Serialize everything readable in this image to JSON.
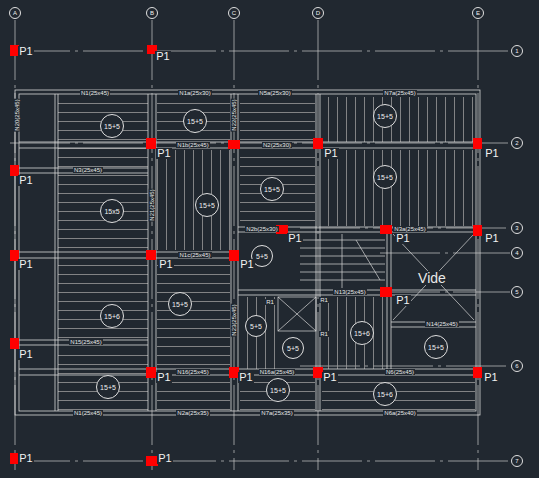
{
  "diagram": {
    "nodes": [
      {
        "text": [
          "A"
        ]
      },
      {
        "text": [
          "B"
        ]
      },
      {
        "text": [
          "C"
        ]
      },
      {
        "text": [
          "D"
        ]
      },
      {
        "text": [
          "E"
        ]
      },
      {
        "text": [
          "1"
        ]
      },
      {
        "text": [
          "2"
        ]
      },
      {
        "text": [
          "3"
        ]
      },
      {
        "text": [
          "4"
        ]
      },
      {
        "text": [
          "5"
        ]
      },
      {
        "text": [
          "6"
        ]
      },
      {
        "text": [
          "7"
        ]
      },
      {
        "text": [
          "15+5"
        ]
      },
      {
        "text": [
          "15+5"
        ]
      },
      {
        "text": [
          "15+5"
        ]
      },
      {
        "text": [
          "15+5"
        ]
      },
      {
        "text": [
          "15+5"
        ]
      },
      {
        "text": [
          "15+5"
        ]
      },
      {
        "text": [
          "15x5"
        ]
      },
      {
        "text": [
          "5+5"
        ]
      },
      {
        "text": [
          "15+5"
        ]
      },
      {
        "text": [
          "15+6"
        ]
      },
      {
        "text": [
          "5+5"
        ]
      },
      {
        "text": [
          "5+5"
        ]
      },
      {
        "text": [
          "15+6"
        ]
      },
      {
        "text": [
          "15+5"
        ]
      },
      {
        "text": [
          "15+5"
        ]
      },
      {
        "text": [
          "15+5"
        ]
      },
      {
        "text": [
          "15+6"
        ]
      }
    ],
    "labels": [
      "P1",
      "P1",
      "P1",
      "P1",
      "P1",
      "P1",
      "P1",
      "P1",
      "P1",
      "P1",
      "P1",
      "P1",
      "P1",
      "P1",
      "P1",
      "P1",
      "P1",
      "P1",
      "P1",
      "P1",
      "N1(25x45)",
      "N1a(25x30)",
      "N5a(25x30)",
      "N7a(25x45)",
      "N1b(25x45)",
      "N2(25x30)",
      "N3(25x45)",
      "N1c(25x45)",
      "N2b(25x30)",
      "N3a(25x45)",
      "N13(25x45)",
      "N14(25x45)",
      "N15(25x45)",
      "N16(25x45)",
      "N16a(25x45)",
      "N6(25x45)",
      "N1(25x45)",
      "N2a(25x35)",
      "N7a(25x35)",
      "N6a(25x40)",
      "N20(25x45)",
      "N21(25x45)",
      "N22(25x45)",
      "N23(25x45)",
      "Vide",
      "R1",
      "R1",
      "R1"
    ]
  }
}
